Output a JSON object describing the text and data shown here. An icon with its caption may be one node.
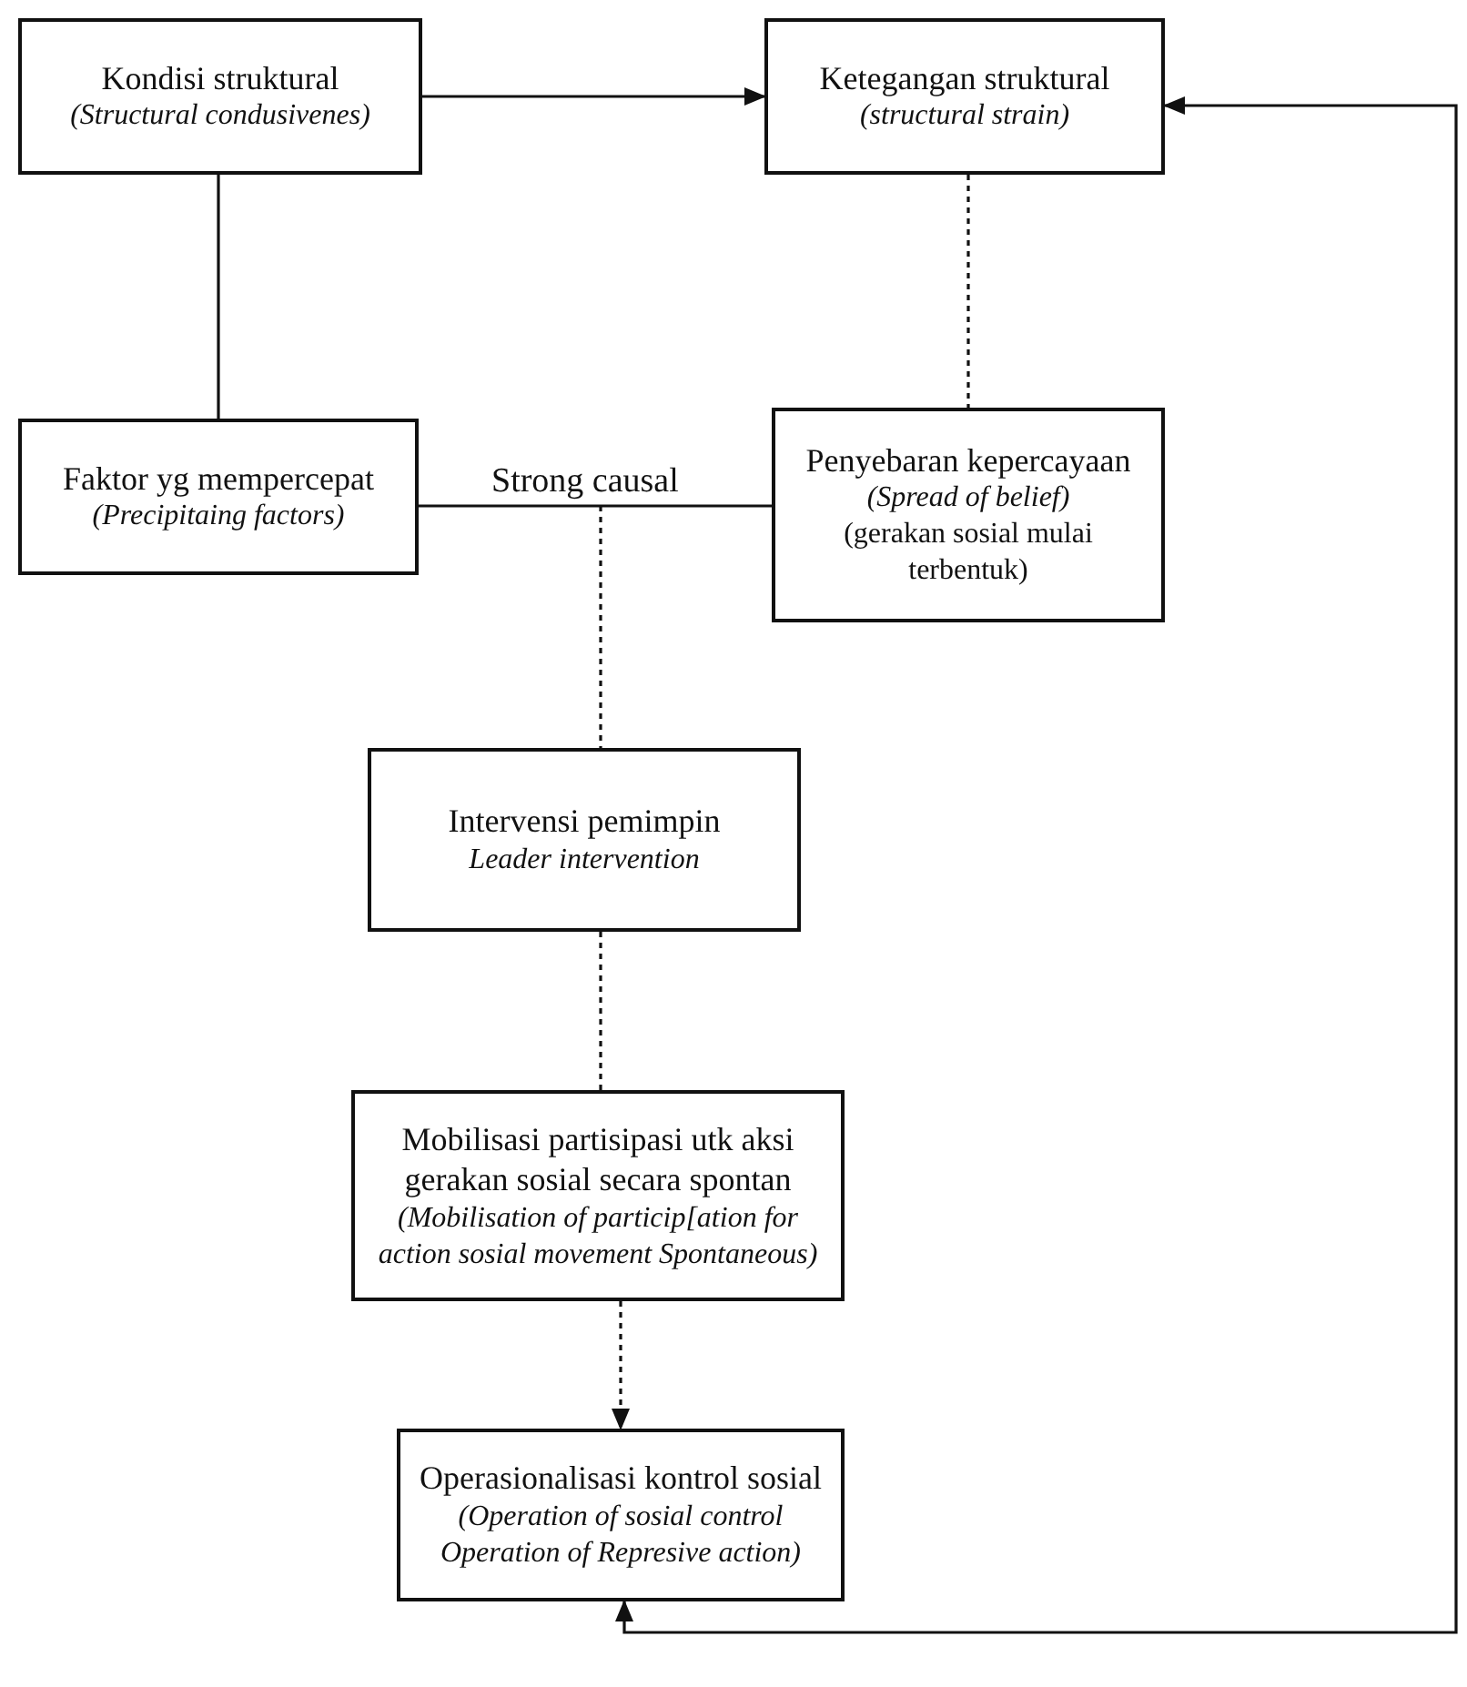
{
  "diagram": {
    "nodes": [
      {
        "text": [
          "Kondisi struktural",
          "(Structural condusivenes)"
        ]
      },
      {
        "text": [
          "Ketegangan struktural",
          "(structural strain)"
        ]
      },
      {
        "text": [
          "Faktor yg mempercepat",
          "(Precipitaing factors)"
        ]
      },
      {
        "text": [
          "Penyebaran kepercayaan",
          "(Spread of belief)",
          "(gerakan sosial mulai terbentuk)"
        ]
      },
      {
        "text": [
          "Intervensi pemimpin",
          "Leader intervention"
        ]
      },
      {
        "text": [
          "Mobilisasi partisipasi utk aksi gerakan sosial secara spontan",
          "(Mobilisation of particip[ation for action sosial movement Spontaneous)"
        ]
      },
      {
        "text": [
          "Operasionalisasi kontrol sosial",
          "(Operation of sosial control Operation of Represive action)"
        ]
      }
    ],
    "edges": [
      {
        "from": 0,
        "to": 1,
        "arrow": "to"
      },
      {
        "from": 0,
        "to": 2,
        "arrow": "none"
      },
      {
        "from": 1,
        "to": 3,
        "arrow": "none",
        "style": "dashed"
      },
      {
        "from": 2,
        "to": 3,
        "arrow": "none",
        "label": "Strong causal"
      },
      {
        "from": null,
        "to": 4,
        "arrow": "none",
        "style": "dashed"
      },
      {
        "from": 4,
        "to": 5,
        "arrow": "none",
        "style": "dashed"
      },
      {
        "from": 5,
        "to": 6,
        "arrow": "to",
        "style": "dashed"
      },
      {
        "from": 6,
        "to": 1,
        "arrow": "both"
      }
    ]
  }
}
